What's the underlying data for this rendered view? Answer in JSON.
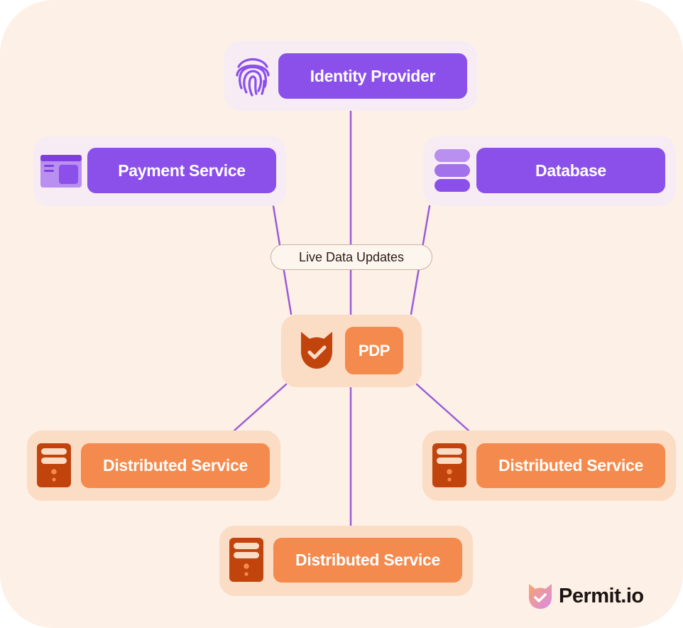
{
  "nodes": {
    "identity_provider": {
      "label": "Identity Provider",
      "icon": "fingerprint-icon"
    },
    "payment_service": {
      "label": "Payment Service",
      "icon": "browser-window-icon"
    },
    "database": {
      "label": "Database",
      "icon": "database-icon"
    },
    "pdp": {
      "label": "PDP",
      "icon": "cat-shield-icon"
    },
    "distributed_left": {
      "label": "Distributed Service",
      "icon": "server-icon"
    },
    "distributed_right": {
      "label": "Distributed Service",
      "icon": "server-icon"
    },
    "distributed_bottom": {
      "label": "Distributed Service",
      "icon": "server-icon"
    }
  },
  "edge_label": "Live Data Updates",
  "brand": {
    "name": "Permit.io",
    "icon": "permit-logo-icon"
  },
  "colors": {
    "background": "#fdf0e6",
    "purple": "#8b50ea",
    "purple_card": "#f7ecf4",
    "orange": "#f48a4d",
    "orange_card": "#fbdcc4",
    "icon_dark_orange": "#c1440d",
    "wire": "#9a5cd8"
  }
}
